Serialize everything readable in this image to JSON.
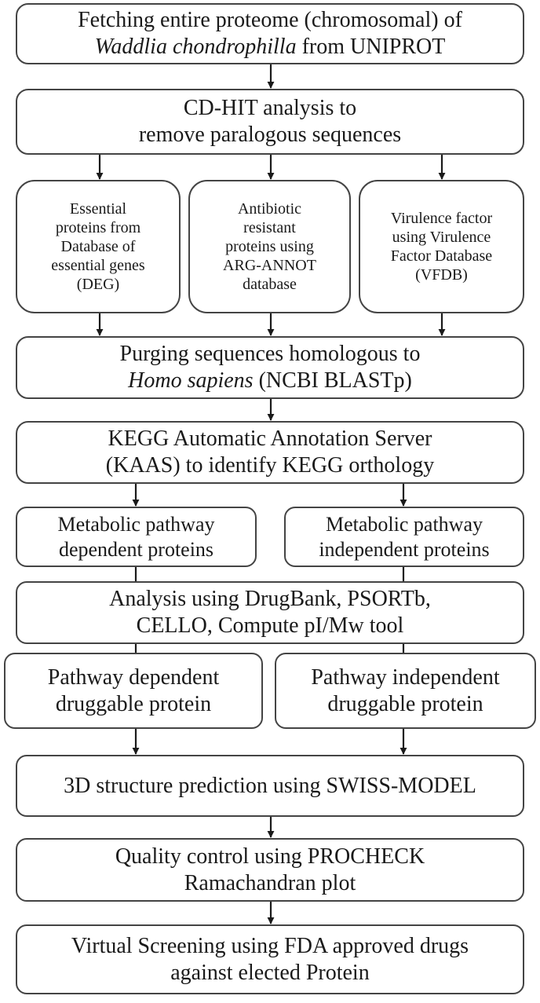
{
  "colors": {
    "border": "#444444",
    "arrow": "#1a1a1a",
    "text": "#1a1a1a"
  },
  "nodes": {
    "fetch": {
      "line1": "Fetching entire proteome (chromosomal) of",
      "line2_italic": "Waddlia chondrophilla",
      "line2_rest": " from UNIPROT"
    },
    "cdhit": {
      "line1": "CD-HIT analysis to",
      "line2": "remove paralogous sequences"
    },
    "deg": {
      "lines": [
        "Essential",
        "proteins from",
        "Database of",
        "essential genes",
        "(DEG)"
      ]
    },
    "arg": {
      "lines": [
        "Antibiotic",
        "resistant",
        "proteins using",
        "ARG-ANNOT",
        "database"
      ]
    },
    "vfdb": {
      "lines": [
        "Virulence factor",
        "using Virulence",
        "Factor Database",
        "(VFDB)"
      ]
    },
    "purge": {
      "line1": "Purging sequences homologous to",
      "line2_italic": "Homo sapiens",
      "line2_rest": " (NCBI BLASTp)"
    },
    "kaas": {
      "line1": "KEGG Automatic Annotation Server",
      "line2": "(KAAS) to identify KEGG orthology"
    },
    "metdep": {
      "line1": "Metabolic pathway",
      "line2": "dependent proteins"
    },
    "metindep": {
      "line1": "Metabolic pathway",
      "line2": "independent proteins"
    },
    "analysis": {
      "line1": "Analysis using DrugBank, PSORTb,",
      "line2": "CELLO, Compute pI/Mw tool"
    },
    "pathdep": {
      "line1": "Pathway dependent",
      "line2": "druggable protein"
    },
    "pathindep": {
      "line1": "Pathway independent",
      "line2": "druggable protein"
    },
    "swiss": {
      "line1": "3D structure prediction using SWISS-MODEL"
    },
    "quality": {
      "line1": "Quality control using PROCHECK",
      "line2": "Ramachandran plot"
    },
    "vs": {
      "line1": "Virtual Screening using FDA approved drugs",
      "line2": "against elected Protein"
    }
  }
}
